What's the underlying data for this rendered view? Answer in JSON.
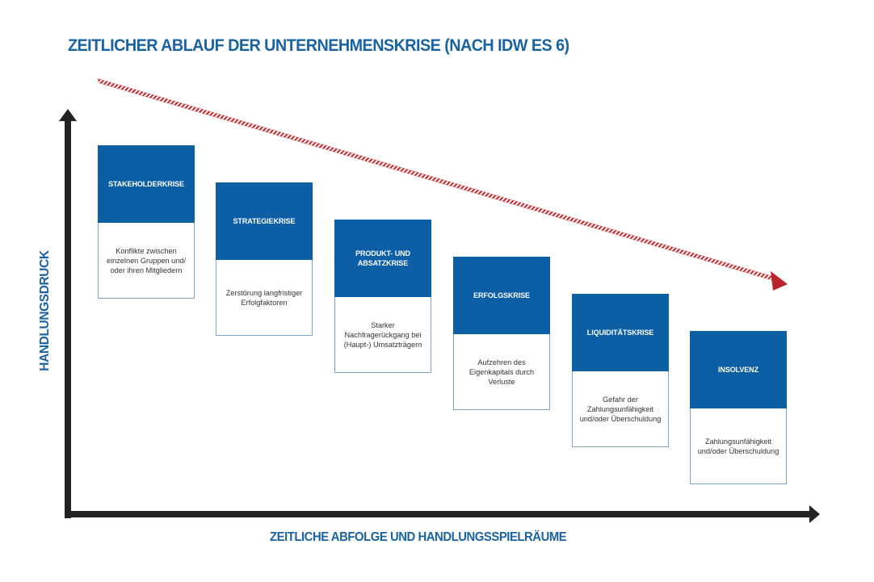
{
  "title": "ZEITLICHER ABLAUF DER UNTERNEHMENSKRISE (NACH IDW ES 6)",
  "axes": {
    "y_label": "HANDLUNGSDRUCK",
    "x_label": "ZEITLICHE ABFOLGE UND HANDLUNGSSPIELRÄUME"
  },
  "colors": {
    "brand_blue": "#0d5fa5",
    "title_blue": "#1a63a3",
    "axis": "#222222",
    "trend_arrow": "#c0282a",
    "box_border": "#7ea3c8"
  },
  "trend_arrow": {
    "direction": "down-right",
    "style": "hatched red"
  },
  "stages": [
    {
      "title": "STAKEHOLDERKRISE",
      "description": "Konflikte zwischen einzelnen Gruppen und/ oder ihren Mitgliedern"
    },
    {
      "title": "STRATEGIEKRISE",
      "description": "Zerstörung langfristiger Erfolgfaktoren"
    },
    {
      "title": "PRODUKT- UND ABSATZKRISE",
      "description": "Starker Nachfragerückgang bei (Haupt-) Umsatzträgern"
    },
    {
      "title": "ERFOLGSKRISE",
      "description": "Aufzehren des Eigenkapitals durch Verluste"
    },
    {
      "title": "LIQUIDITÄTSKRISE",
      "description": "Gefahr der Zahlungsunfähigkeit und/oder Überschuldung"
    },
    {
      "title": "INSOLVENZ",
      "description": "Zahlungsunfähigkeit und/oder Überschuldung"
    }
  ]
}
